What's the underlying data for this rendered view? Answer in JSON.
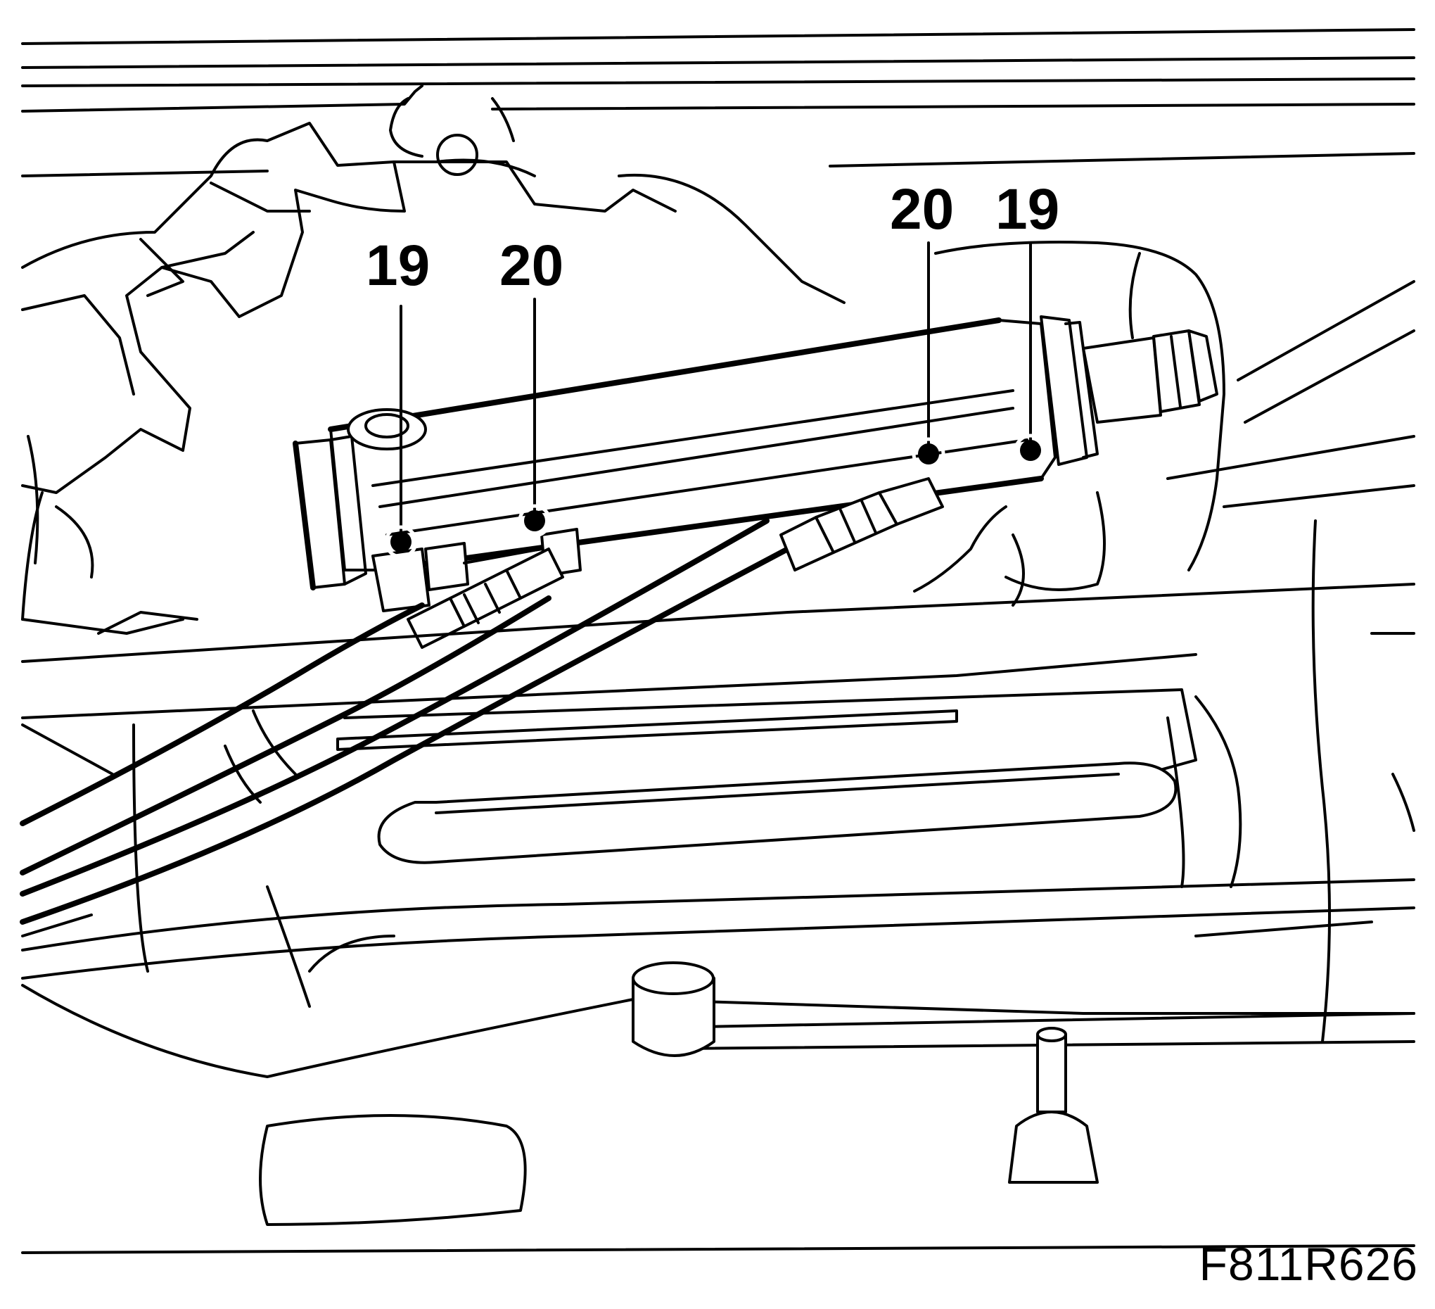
{
  "diagram": {
    "callouts": [
      {
        "id": "left-19",
        "label": "19"
      },
      {
        "id": "left-20",
        "label": "20"
      },
      {
        "id": "right-20",
        "label": "20"
      },
      {
        "id": "right-19",
        "label": "19"
      }
    ],
    "figure_id": "F811R626"
  }
}
